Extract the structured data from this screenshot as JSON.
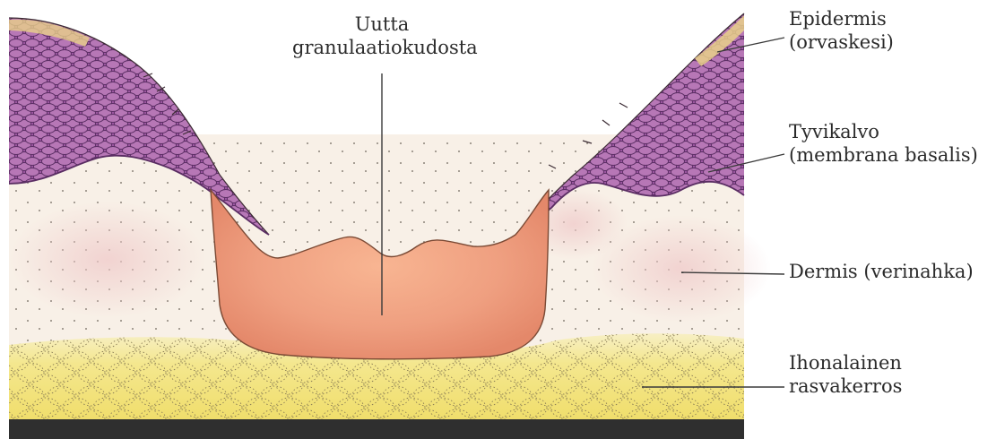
{
  "labels": {
    "granulation": [
      "Uutta",
      "granulaatiokudosta"
    ],
    "epidermis": [
      "Epidermis",
      "(orvaskesi)"
    ],
    "basal_membrane": [
      "Tyvikalvo",
      "(membrana basalis)"
    ],
    "dermis": "Dermis (verinahka)",
    "subcutaneous": [
      "Ihonalainen",
      "rasvakerros"
    ]
  },
  "colors": {
    "epidermis_purple": "#8e4c8e",
    "epidermis_light": "#b877b4",
    "dermis": "#f7efe6",
    "granulation": "#eea27f",
    "fat": "#f3e67f",
    "base_bar": "#2f2f2f",
    "leader_lines": "#3a3a3a"
  }
}
